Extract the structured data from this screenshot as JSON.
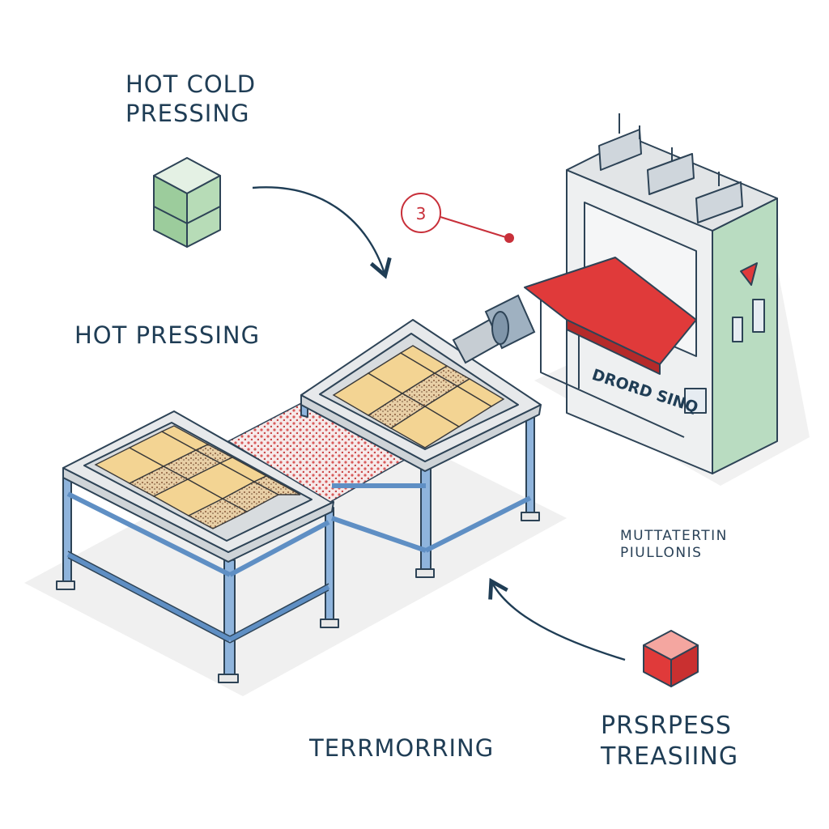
{
  "labels": {
    "hot_cold_pressing": [
      "HOT COLD",
      "PRESSING"
    ],
    "hot_pressing": "HOT PRESSING",
    "terrmorring": "TERRMORRING",
    "prsrpess_treasiing": [
      "PRSRPESS",
      "TREASIING"
    ],
    "muttatertin": [
      "MUTTATERTIN",
      "PIULLONIS"
    ]
  },
  "callout_number": "3",
  "machine_label": "DRORD SINQ",
  "colors": {
    "ink": "#1f3d55",
    "accent_red": "#e03a3a",
    "callout_red": "#c8303a",
    "green_cube": "#9ccc9c",
    "machine_green": "#b9dcc1",
    "tray_yellow": "#f3d493",
    "frame_blue": "#7ea8d4"
  },
  "icons": [
    "green-cube-icon",
    "red-cube-icon",
    "callout-icon"
  ]
}
